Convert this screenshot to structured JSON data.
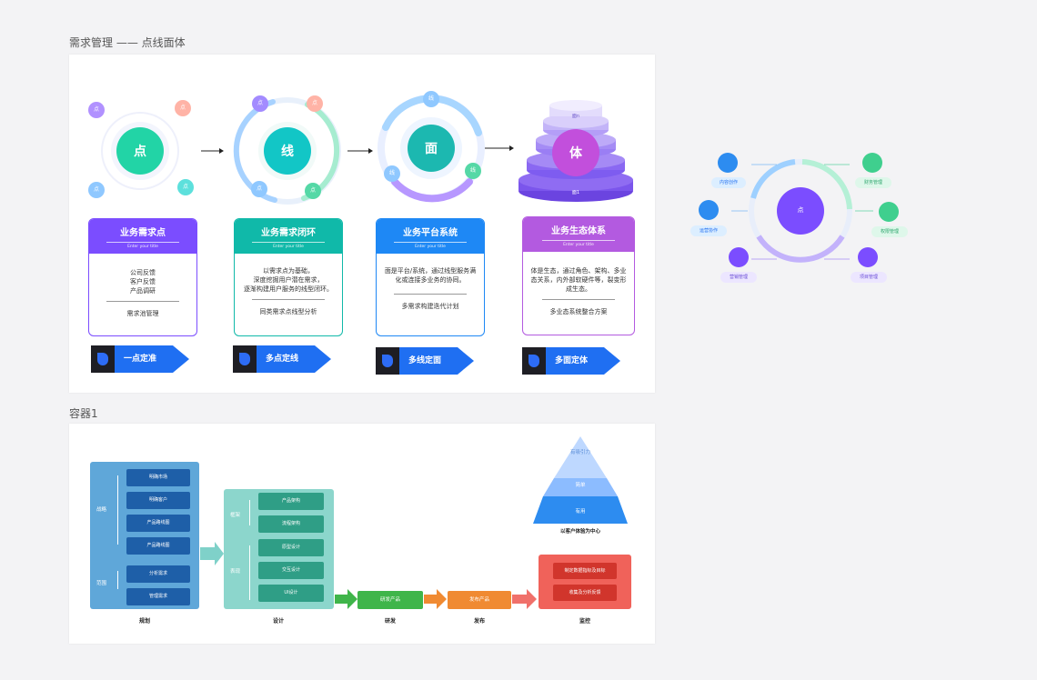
{
  "sections": {
    "title1": "需求管理 —— 点线面体",
    "title2": "容器1"
  },
  "stages": [
    {
      "symbol": "点",
      "card_title": "业务需求点",
      "card_sub": "Enter your title",
      "body": "公司反馈\n客户反馈\n产品调研",
      "foot": "需求池管理",
      "tag": "一点定准",
      "color": "#7b4dff"
    },
    {
      "symbol": "线",
      "card_title": "业务需求闭环",
      "card_sub": "Enter your title",
      "body": "以需求点为基础，\n深度挖掘用户潜在需求，\n逐渐构建用户服务的线型闭环。",
      "foot": "同类需求点线型分析",
      "tag": "多点定线",
      "color": "#10b9a9"
    },
    {
      "symbol": "面",
      "card_title": "业务平台系统",
      "card_sub": "Enter your title",
      "body": "面是平台/系统，通过线型服务满\n化或连接多业务的协同。",
      "foot": "多需求构建迭代计划",
      "tag": "多线定面",
      "color": "#1e88f5"
    },
    {
      "symbol": "体",
      "card_title": "业务生态体系",
      "card_sub": "Enter your title",
      "body": "体是生态，通过角色、架构、多业\n态关系，内外部软硬件等，裂变形\n成生态。",
      "foot": "多业态系统整合方案",
      "tag": "多面定体",
      "color": "#b35ae0"
    }
  ],
  "small_nodes": {
    "dot": "点",
    "line": "线"
  },
  "cake": {
    "top_label": "面n",
    "bottom_label": "面1"
  },
  "ring": {
    "center": "点",
    "items": [
      "内容创作",
      "运营协作",
      "营销管理",
      "财务管理",
      "权限管理",
      "项目管理"
    ]
  },
  "flow": {
    "stage_labels": [
      "规划",
      "设计",
      "研发",
      "发布",
      "监控"
    ],
    "plan_group1_label": "战略",
    "plan_group2_label": "范围",
    "plan_items": [
      "明确市场",
      "明确客户",
      "产品路线图",
      "产品路线图",
      "分析需求",
      "管理需求"
    ],
    "design_group1_label": "框架",
    "design_group2_label": "表现",
    "design_items": [
      "产品架构",
      "流程架构",
      "原型设计",
      "交互设计",
      "UI设计"
    ],
    "dev_box": "研发产品",
    "release_box": "发布产品",
    "monitor_items": [
      "制定数据指标及目标",
      "收集及分析反馈"
    ],
    "pyramid_levels": [
      "有吸引力",
      "简单",
      "有用"
    ],
    "pyramid_caption": "以客户体验为中心"
  },
  "colors": {
    "purple": "#7b4dff",
    "teal": "#10b9a9",
    "blue": "#1e88f5",
    "violet": "#b35ae0",
    "tag_blue": "#1f6ff2"
  }
}
